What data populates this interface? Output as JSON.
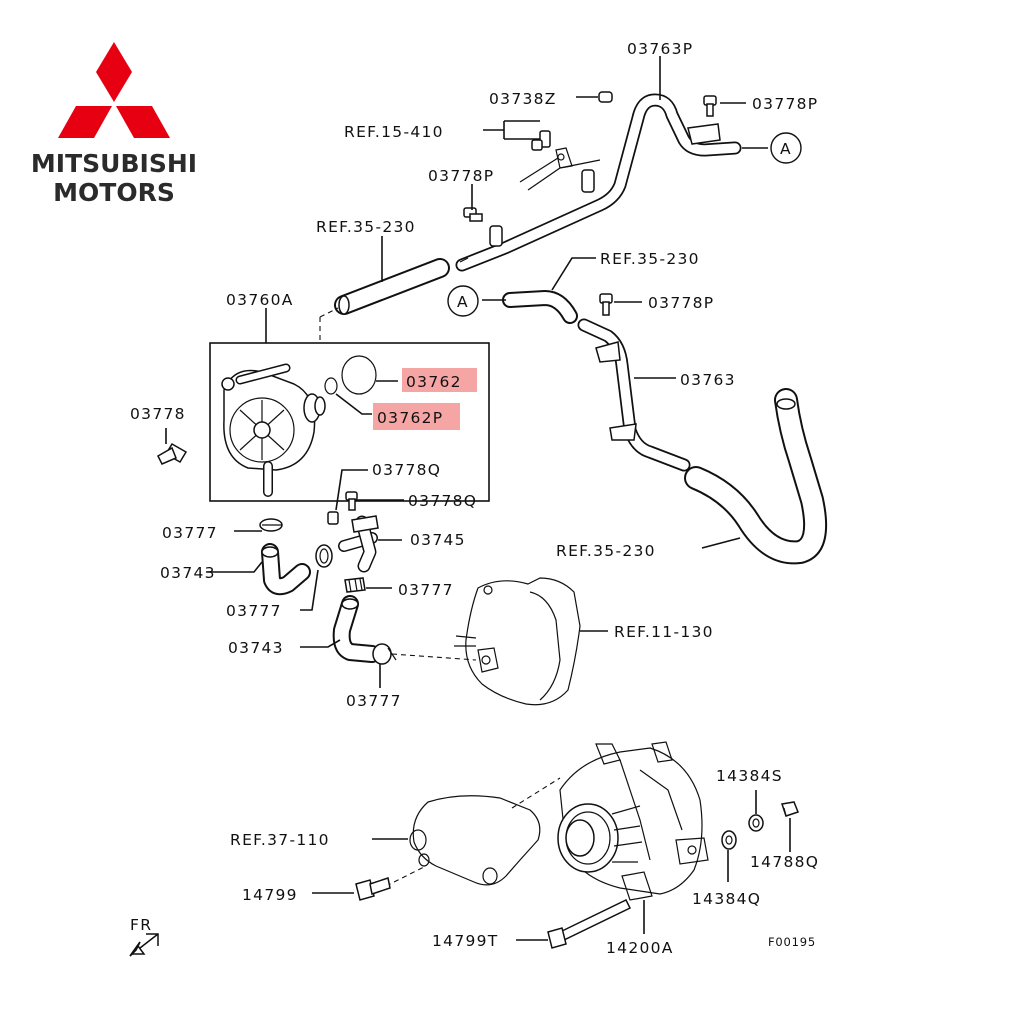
{
  "brand": {
    "line1": "MITSUBISHI",
    "line2": "MOTORS",
    "logo_color": "#e60012"
  },
  "highlight_color": "#f6a5a5",
  "callouts": {
    "c03763P": "03763P",
    "c03738Z": "03738Z",
    "c03778P_top": "03778P",
    "ref15410": "REF.15-410",
    "c03778P_mid": "03778P",
    "ref35230_a": "REF.35-230",
    "ref35230_b": "REF.35-230",
    "c03778P_r": "03778P",
    "c03760A": "03760A",
    "c03762": "03762",
    "c03762P": "03762P",
    "c03763": "03763",
    "c03778": "03778",
    "c03778Q_a": "03778Q",
    "c03778Q_b": "03778Q",
    "c03777_a": "03777",
    "c03745": "03745",
    "c03743_a": "03743",
    "c03777_b": "03777",
    "c03777_c": "03777",
    "ref11130": "REF.11-130",
    "c03743_b": "03743",
    "c03777_d": "03777",
    "ref35230_c": "REF.35-230",
    "c14384S": "14384S",
    "c14788Q": "14788Q",
    "c14384Q": "14384Q",
    "ref37110": "REF.37-110",
    "c14799": "14799",
    "c14799T": "14799T",
    "c14200A": "14200A",
    "fig": "F00195",
    "fr": "FR",
    "marker_a": "A"
  }
}
